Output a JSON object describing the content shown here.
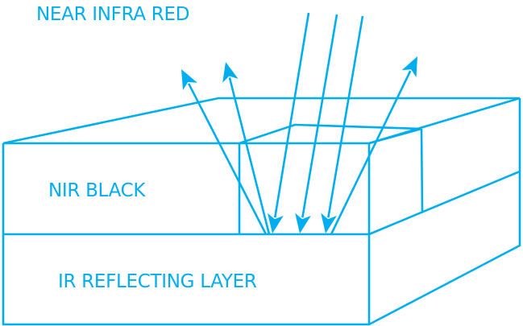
{
  "diagram": {
    "accent_color": "#00aeef",
    "labels": {
      "radiation": "NEAR INFRA RED",
      "top_layer": "NIR BLACK",
      "bottom_layer": "IR REFLECTING LAYER"
    },
    "incoming_rays": 3,
    "reflected_rays": 3,
    "elements": {
      "incoming_ray_name": "incoming-nir-ray",
      "reflected_ray_name": "reflected-nir-ray"
    }
  }
}
